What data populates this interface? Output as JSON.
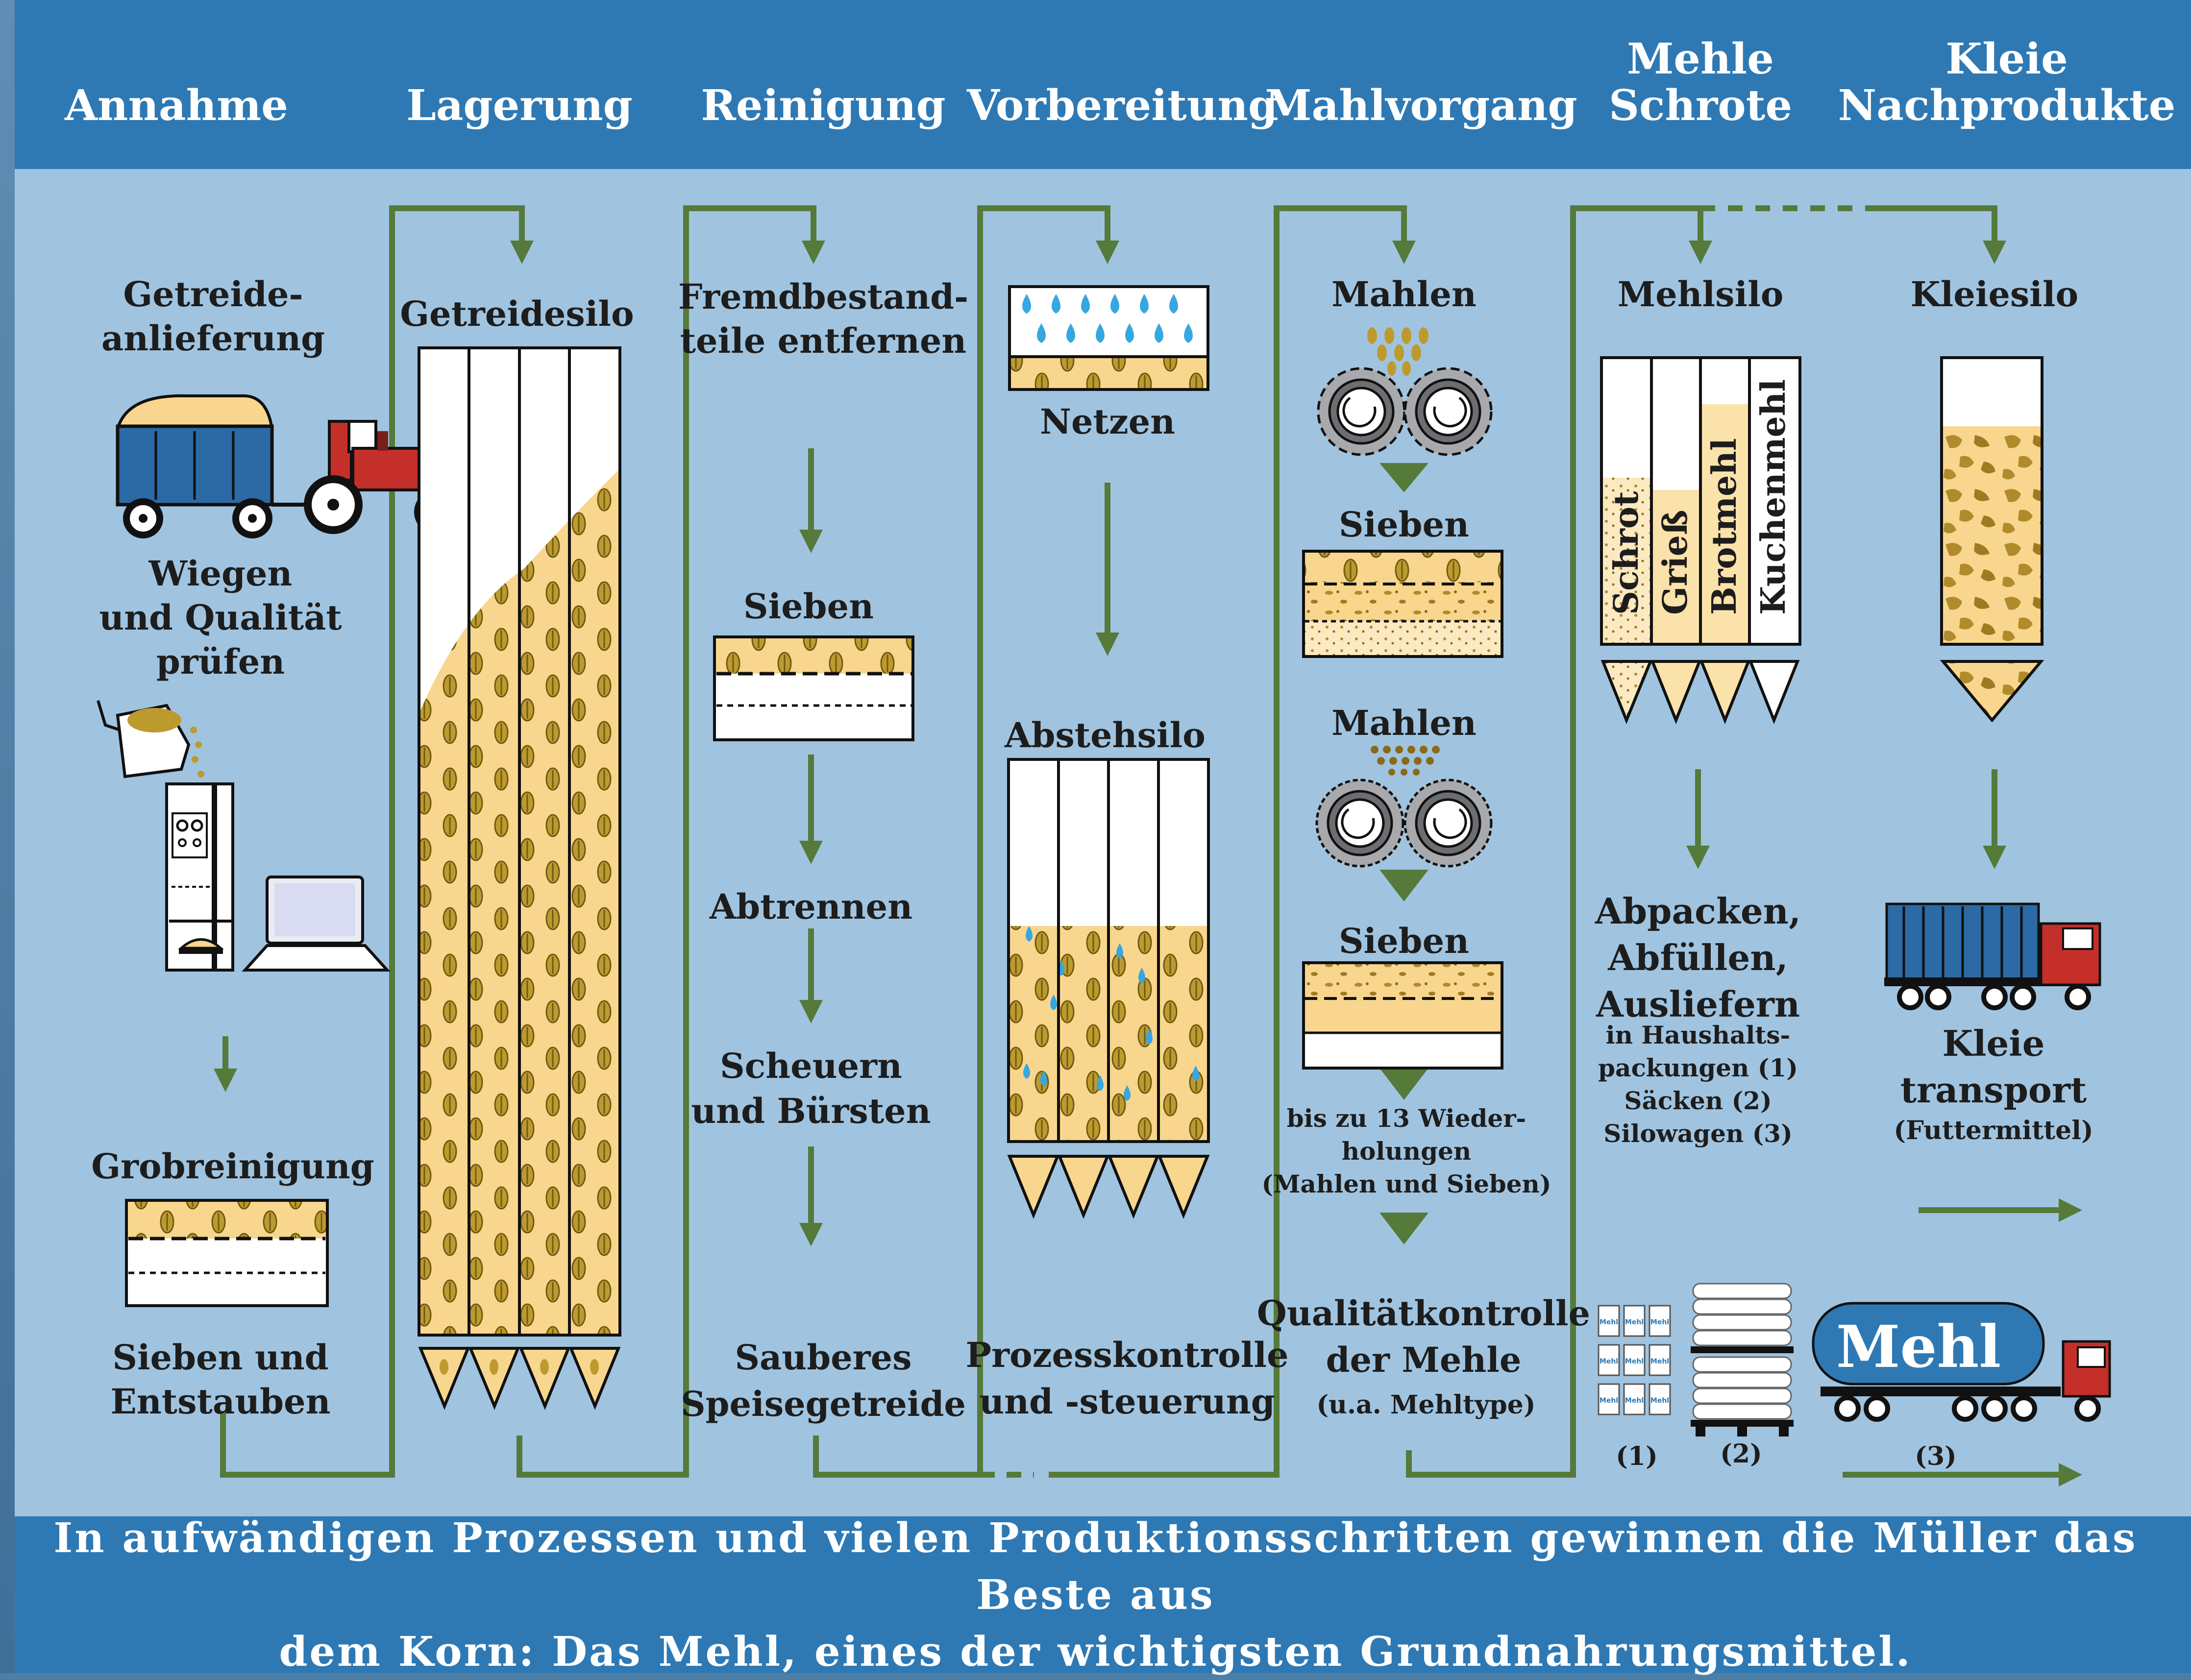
{
  "header": {
    "columns": [
      {
        "lines": [
          "Annahme"
        ]
      },
      {
        "lines": [
          "Lagerung"
        ]
      },
      {
        "lines": [
          "Reinigung"
        ]
      },
      {
        "lines": [
          "Vorbereitung"
        ]
      },
      {
        "lines": [
          "Mahlvorgang"
        ]
      },
      {
        "lines": [
          "Mehle",
          "Schrote"
        ]
      },
      {
        "lines": [
          "Kleie",
          "Nachprodukte"
        ]
      }
    ]
  },
  "annahme": {
    "delivery": [
      "Getreide-",
      "anlieferung"
    ],
    "weigh": [
      "Wiegen",
      "und Qualität",
      "prüfen"
    ],
    "coarse": "Grobreinigung",
    "sieve_dust": [
      "Sieben und",
      "Entstauben"
    ]
  },
  "lagerung": {
    "silo": "Getreidesilo"
  },
  "reinigung": {
    "foreign": [
      "Fremdbestand-",
      "teile entfernen"
    ],
    "sieve": "Sieben",
    "separate": "Abtrennen",
    "scour": [
      "Scheuern",
      "und Bürsten"
    ],
    "clean": [
      "Sauberes",
      "Speisegetreide"
    ]
  },
  "vorbereitung": {
    "wet": "Netzen",
    "tempering": "Abstehsilo",
    "control": [
      "Prozesskontrolle",
      "und -steuerung"
    ]
  },
  "mahlvorgang": {
    "mill1": "Mahlen",
    "sieve1": "Sieben",
    "mill2": "Mahlen",
    "sieve2": "Sieben",
    "repeat": [
      "bis zu 13 Wieder-",
      "holungen",
      "(Mahlen und Sieben)"
    ],
    "quality": [
      "Qualitätkontrolle",
      "der Mehle"
    ],
    "quality_note": "(u.a. Mehltype)"
  },
  "mehle": {
    "silo": "Mehlsilo",
    "compartments": [
      "Schrot",
      "Grieß",
      "Brotmehl",
      "Kuchenmehl"
    ],
    "pack": [
      "Abpacken,",
      "Abfüllen,",
      "Ausliefern"
    ],
    "pack_details": [
      "in Haushalts-",
      "packungen (1)",
      "Säcken (2)",
      "Silowagen (3)"
    ],
    "bag_label": "Mehl",
    "tanker_label": "Mehl",
    "markers": [
      "(1)",
      "(2)",
      "(3)"
    ]
  },
  "kleie": {
    "silo": "Kleiesilo",
    "transport": [
      "Kleie",
      "transport"
    ],
    "note": "(Futtermittel)"
  },
  "caption": [
    "In aufwändigen Prozessen und vielen Produktionsschritten gewinnen die Müller das Beste aus",
    "dem Korn: Das Mehl, eines der wichtigsten Grundnahrungsmittel."
  ],
  "colors": {
    "header": "#2e79b4",
    "panel": "#a0c4e0",
    "flow": "#557a3a",
    "grain": "#f8d68e",
    "seed": "#bd9a2e",
    "water": "#36a7e0",
    "trailer": "#2c6aa6",
    "tractor": "#c42f2a"
  }
}
